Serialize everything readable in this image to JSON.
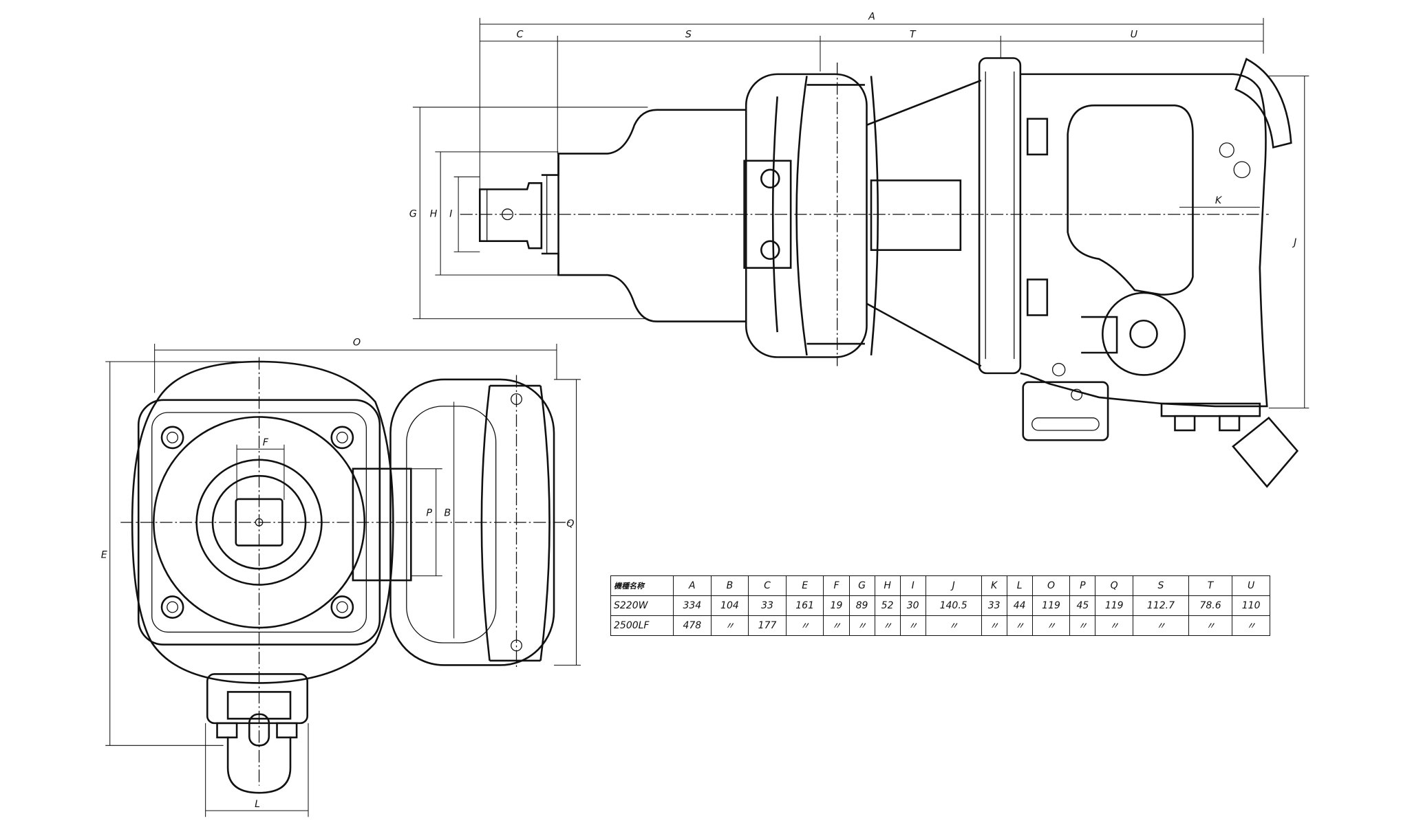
{
  "dimension_labels": {
    "A": "A",
    "B": "B",
    "C": "C",
    "E": "E",
    "F": "F",
    "G": "G",
    "H": "H",
    "I": "I",
    "J": "J",
    "K": "K",
    "L": "L",
    "O": "O",
    "P": "P",
    "Q": "Q",
    "S": "S",
    "T": "T",
    "U": "U"
  },
  "table": {
    "header_label": "機種名称",
    "columns": [
      "A",
      "B",
      "C",
      "E",
      "F",
      "G",
      "H",
      "I",
      "J",
      "K",
      "L",
      "O",
      "P",
      "Q",
      "S",
      "T",
      "U"
    ],
    "rows": [
      {
        "model": "S220W",
        "values": [
          "334",
          "104",
          "33",
          "161",
          "19",
          "89",
          "52",
          "30",
          "140.5",
          "33",
          "44",
          "119",
          "45",
          "119",
          "112.7",
          "78.6",
          "110"
        ]
      },
      {
        "model": "2500LF",
        "values": [
          "478",
          "〃",
          "177",
          "〃",
          "〃",
          "〃",
          "〃",
          "〃",
          "〃",
          "〃",
          "〃",
          "〃",
          "〃",
          "〃",
          "〃",
          "〃",
          "〃"
        ]
      }
    ]
  }
}
